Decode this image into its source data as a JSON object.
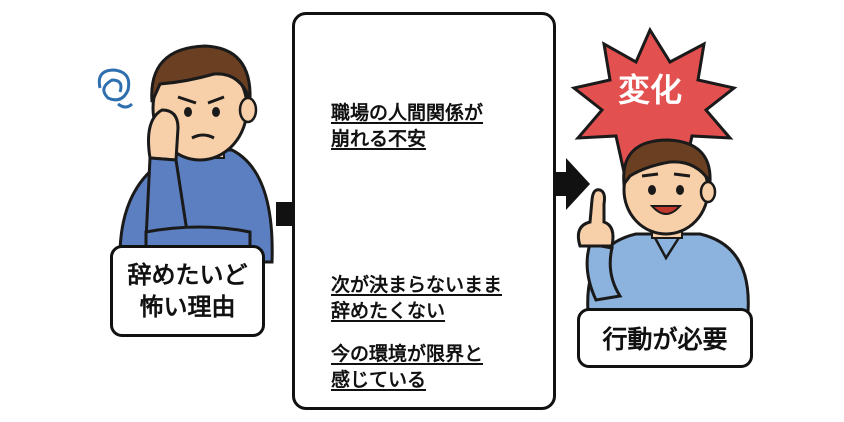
{
  "left": {
    "label_line1": "辞めたいど",
    "label_line2": "怖い理由"
  },
  "center": {
    "reasons": [
      {
        "line1": "職場の人間関係が",
        "line2": "崩れる不安"
      },
      {
        "line1": "次が決まらないまま",
        "line2": "辞めたくない"
      },
      {
        "line1": "今の環境が限界と",
        "line2": "感じている"
      }
    ]
  },
  "right": {
    "burst_text": "変化",
    "label": "行動が必要"
  },
  "colors": {
    "shirt_blue": "#5b7fc0",
    "light_shirt": "#8cb3de",
    "hair_brown": "#6b3f22",
    "skin": "#f7cfa8",
    "burst_red": "#e2504f",
    "bag_blue": "#3a82c6",
    "cross_red": "#e8554f",
    "cloud_gray": "#5c6068",
    "rain_blue": "#3d8fd0",
    "lightning_red": "#e54040"
  }
}
